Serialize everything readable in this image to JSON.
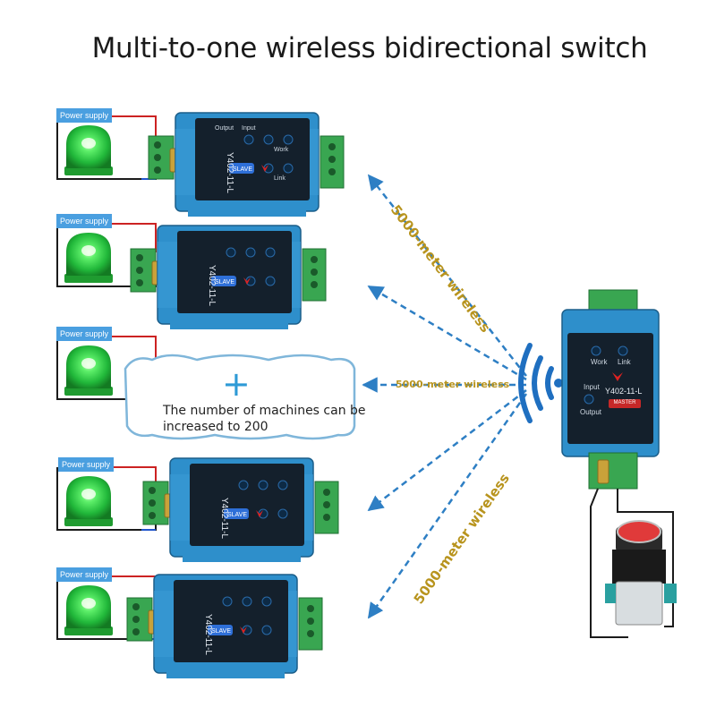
{
  "title": "Multi-to-one wireless bidirectional switch",
  "power_supply_label": "Power supply",
  "wireless_label": "5000-meter wireless",
  "placeholder": {
    "plus": "+",
    "text": "The number of machines can be increased to 200"
  },
  "slave": {
    "model": "Y402-11-L",
    "badge": "SLAVE",
    "work": "Work",
    "link": "Link",
    "input": "Input",
    "output": "Output"
  },
  "master": {
    "model": "Y402-11-L",
    "badge": "MASTER",
    "work": "Work",
    "link": "Link",
    "input": "Input",
    "output": "Output"
  },
  "colors": {
    "device_blue": "#2e8fcb",
    "panel": "#14202c",
    "lamp": "#2ecc40",
    "wireless_text": "#b8941e",
    "arrow": "#2e7fc4"
  }
}
